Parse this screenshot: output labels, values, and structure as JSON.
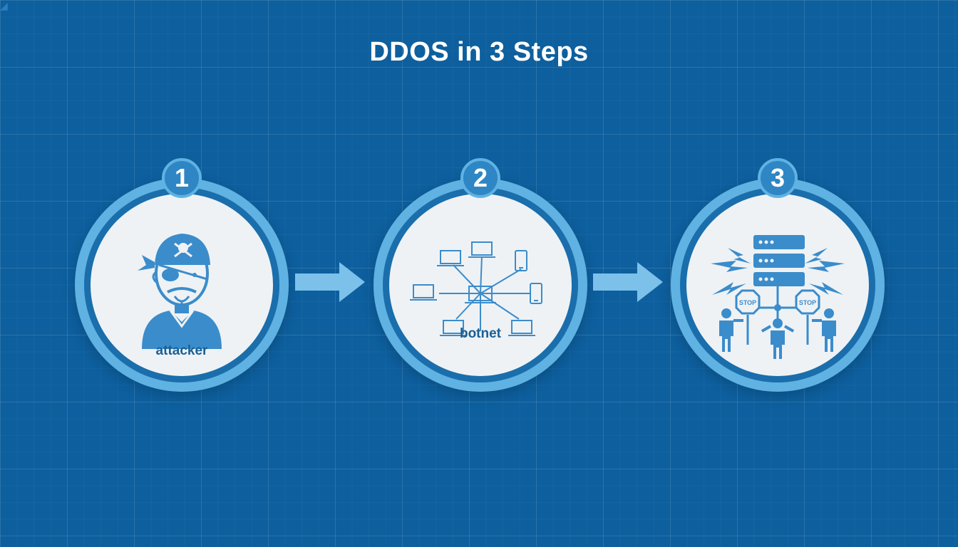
{
  "title": "DDOS in 3 Steps",
  "colors": {
    "background": "#0d5f9e",
    "ring": "#5fb2e2",
    "badge": "#2f86c4",
    "icon": "#3b8ccb",
    "circle_fill": "#eef2f5",
    "label": "#1a5f94",
    "arrow": "#7cc1ea"
  },
  "steps": [
    {
      "number": "1",
      "label": "attacker",
      "icon": "pirate-attacker-icon"
    },
    {
      "number": "2",
      "label": "botnet",
      "icon": "botnet-network-icon"
    },
    {
      "number": "3",
      "label": "",
      "icon": "overloaded-server-stop-icon",
      "signs": [
        "STOP",
        "STOP"
      ]
    }
  ]
}
